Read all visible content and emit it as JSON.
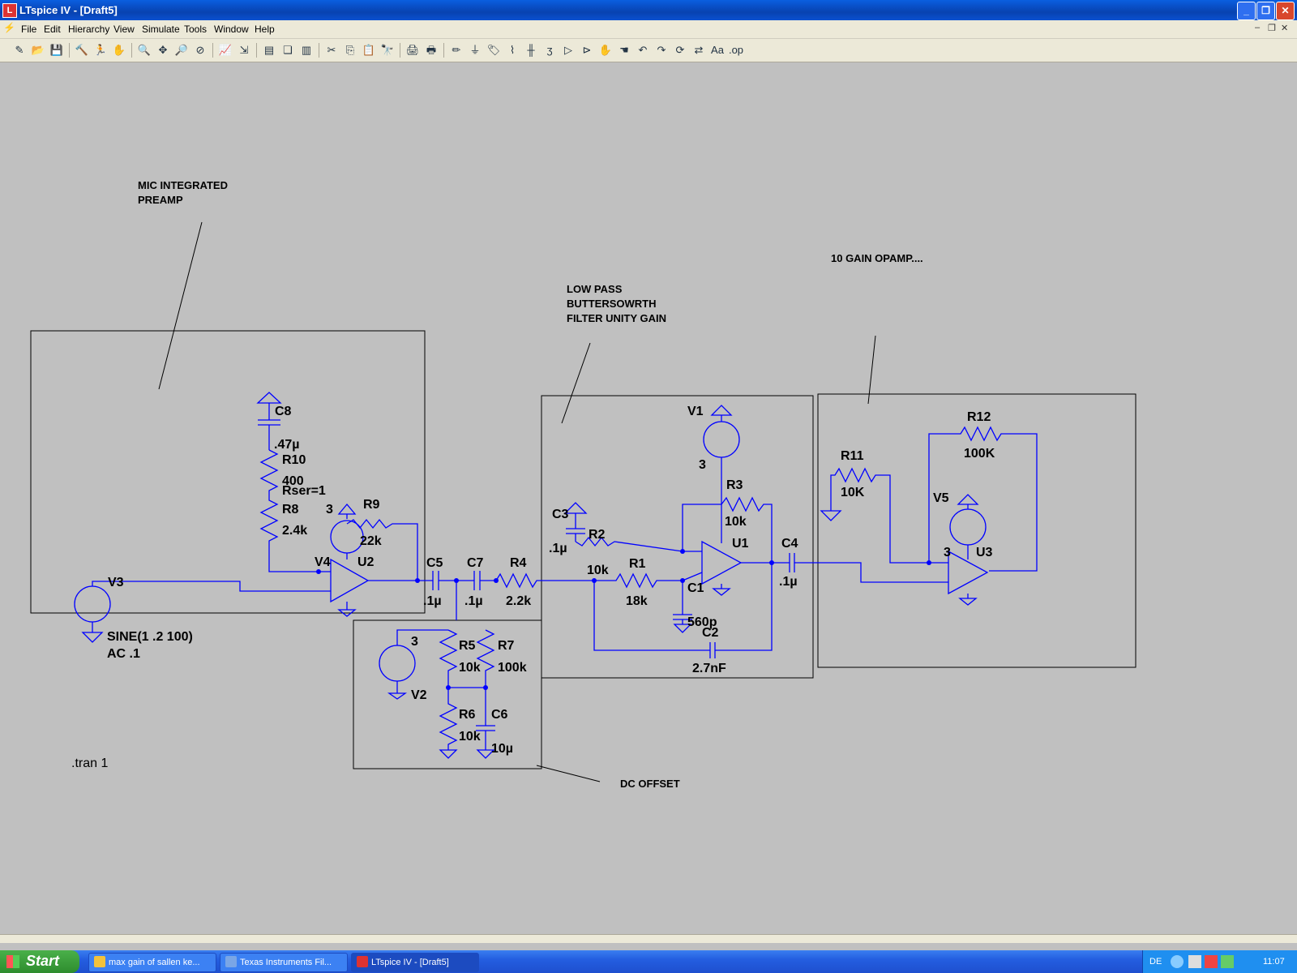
{
  "window": {
    "title": "LTspice IV - [Draft5]",
    "app_icon": "ltspice-icon"
  },
  "menu": [
    "File",
    "Edit",
    "Hierarchy",
    "View",
    "Simulate",
    "Tools",
    "Window",
    "Help"
  ],
  "toolbar_icons": [
    "new-schematic-icon",
    "open-icon",
    "save-icon",
    "control-panel-icon",
    "run-icon",
    "halt-icon",
    "zoom-in-icon",
    "pan-icon",
    "zoom-out-icon",
    "zoom-cancel-icon",
    "waveform-icon",
    "autorange-icon",
    "tile-horizontal-icon",
    "cascade-icon",
    "tile-vertical-icon",
    "cut-icon",
    "copy-icon",
    "paste-icon",
    "find-icon",
    "print-setup-icon",
    "print-icon",
    "draw-wire-icon",
    "ground-icon",
    "label-net-icon",
    "resistor-icon",
    "capacitor-icon",
    "inductor-icon",
    "diode-icon",
    "component-icon",
    "move-icon",
    "drag-icon",
    "undo-icon",
    "redo-icon",
    "rotate-icon",
    "mirror-icon",
    "text-icon",
    "spice-directive-icon"
  ],
  "notes": {
    "mic_preamp": [
      "MIC INTEGRATED",
      "PREAMP"
    ],
    "low_pass": [
      "LOW PASS",
      "BUTTERSOWRTH",
      "FILTER UNITY GAIN"
    ],
    "gain10": "10 GAIN OPAMP....",
    "dc_offset": "DC OFFSET",
    "tran": ".tran 1"
  },
  "components": {
    "C8": {
      "name": "C8",
      "value": ".47µ"
    },
    "R10": {
      "name": "R10",
      "value": "400",
      "extra": "Rser=1"
    },
    "R8": {
      "name": "R8",
      "value": "2.4k"
    },
    "R9": {
      "name": "R9",
      "value": "22k"
    },
    "V4": {
      "name": "V4",
      "value": "3"
    },
    "U2": {
      "name": "U2"
    },
    "V3": {
      "name": "V3",
      "value": "SINE(1 .2 100)",
      "ac": "AC .1"
    },
    "C5": {
      "name": "C5",
      "value": ".1µ"
    },
    "C7": {
      "name": "C7",
      "value": ".1µ"
    },
    "R4": {
      "name": "R4",
      "value": "2.2k"
    },
    "V2": {
      "name": "V2",
      "value": "3"
    },
    "R5": {
      "name": "R5",
      "value": "10k"
    },
    "R7": {
      "name": "R7",
      "value": "100k"
    },
    "R6": {
      "name": "R6",
      "value": "10k"
    },
    "C6": {
      "name": "C6",
      "value": "10µ"
    },
    "V1": {
      "name": "V1",
      "value": "3"
    },
    "C3": {
      "name": "C3",
      "value": ".1µ"
    },
    "R2": {
      "name": "R2",
      "value": "10k"
    },
    "R1": {
      "name": "R1",
      "value": "18k"
    },
    "C1": {
      "name": "C1",
      "value": "560p"
    },
    "R3": {
      "name": "R3",
      "value": "10k"
    },
    "U1": {
      "name": "U1"
    },
    "C2": {
      "name": "C2",
      "value": "2.7nF"
    },
    "C4": {
      "name": "C4",
      "value": ".1µ"
    },
    "R11": {
      "name": "R11",
      "value": "10K"
    },
    "R12": {
      "name": "R12",
      "value": "100K"
    },
    "V5": {
      "name": "V5",
      "value": "3"
    },
    "U3": {
      "name": "U3"
    }
  },
  "taskbar": {
    "start": "Start",
    "tasks": [
      "max gain of sallen ke...",
      "Texas Instruments Fil...",
      "LTspice IV - [Draft5]"
    ],
    "tray_lang": "DE",
    "clock": "11:07"
  },
  "colors": {
    "wire": "#0000ff",
    "canvas": "#c0c0c0",
    "titlebar": "#0a50d0",
    "taskbar": "#245ee0"
  }
}
